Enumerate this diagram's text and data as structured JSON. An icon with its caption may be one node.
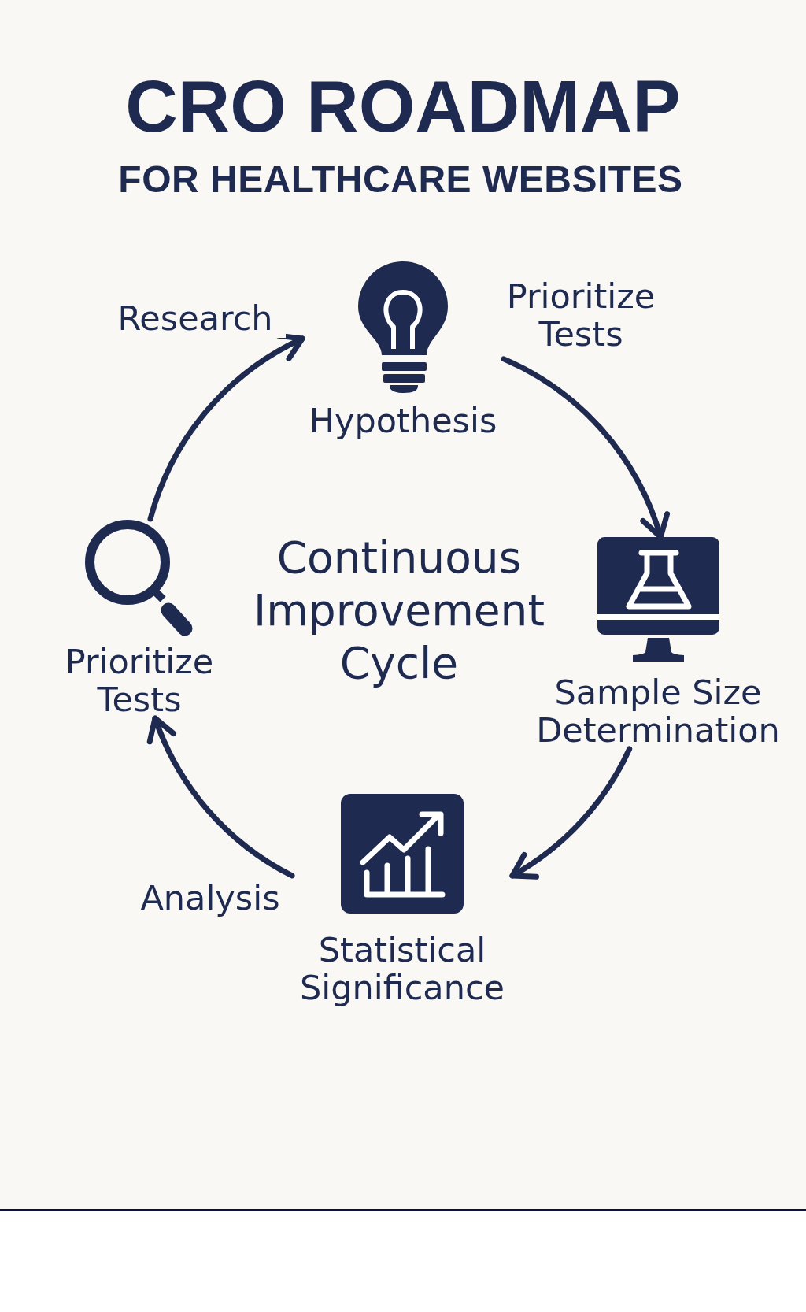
{
  "diagram": {
    "title": "CRO ROADMAP",
    "nodes": [
      {
        "text": [
          "Hypothesis"
        ]
      },
      {
        "text": [
          "Prioritize Tests"
        ]
      },
      {
        "text": [
          "Sample Size Determination"
        ]
      },
      {
        "text": [
          "Statistical Significance"
        ]
      }
    ],
    "edges": [
      {
        "from": 1,
        "to": 0,
        "arrow": "to",
        "label": "Research"
      },
      {
        "from": 0,
        "to": 2,
        "arrow": "to",
        "label": "Prioritize Tests"
      },
      {
        "from": 2,
        "to": 3,
        "arrow": "to"
      },
      {
        "from": 3,
        "to": 1,
        "arrow": "to",
        "label": "Analysis"
      }
    ],
    "labels": [
      "FOR HEALTHCARE WEBSITES",
      "Continuous Improvement Cycle"
    ]
  }
}
